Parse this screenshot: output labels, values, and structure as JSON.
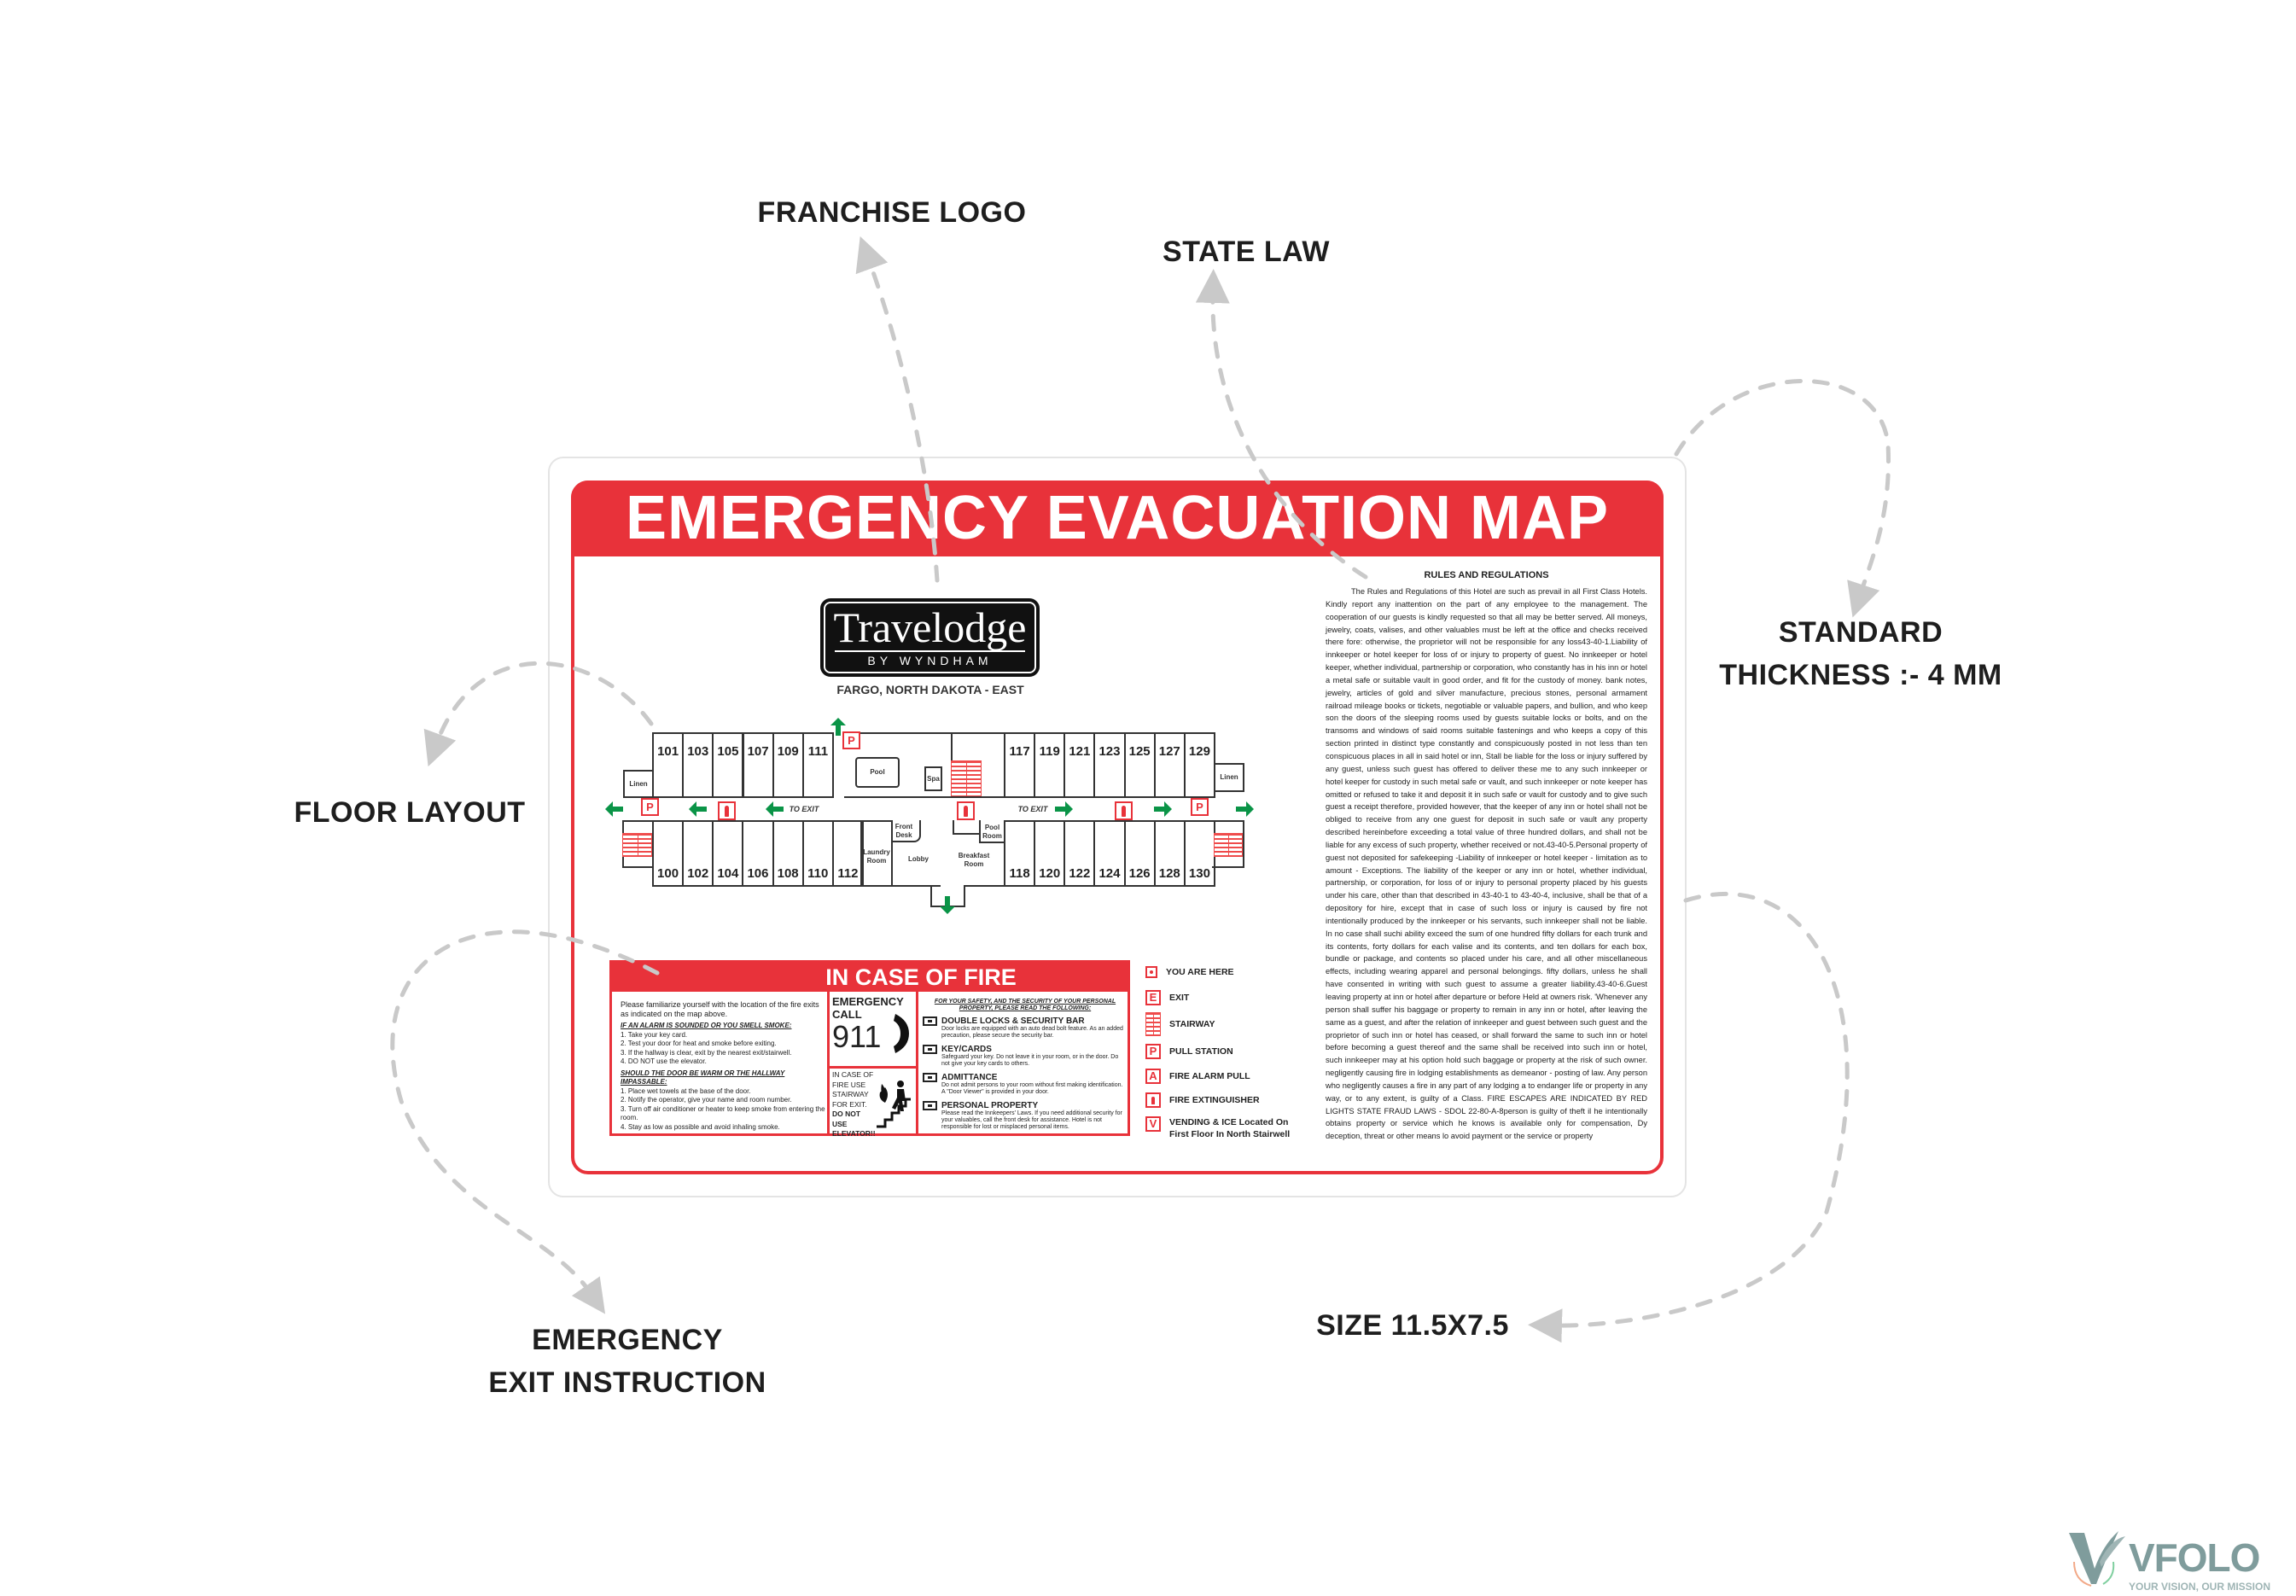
{
  "annotations": {
    "franchise_logo": "FRANCHISE LOGO",
    "state_law": "STATE LAW",
    "standard_thickness_1": "STANDARD",
    "standard_thickness_2": "THICKNESS :- 4 MM",
    "floor_layout": "FLOOR LAYOUT",
    "exit_instruction_1": "EMERGENCY",
    "exit_instruction_2": "EXIT INSTRUCTION",
    "size": "SIZE 11.5X7.5"
  },
  "sign": {
    "title": "EMERGENCY EVACUATION MAP",
    "logo_brand": "Travelodge",
    "logo_sub": "BY WYNDHAM",
    "location": "FARGO, NORTH DAKOTA - EAST"
  },
  "floor": {
    "top_left": [
      "101",
      "103",
      "105",
      "107",
      "109",
      "111"
    ],
    "top_right": [
      "117",
      "119",
      "121",
      "123",
      "125",
      "127",
      "129"
    ],
    "bottom_left": [
      "100",
      "102",
      "104",
      "106",
      "108",
      "110",
      "112"
    ],
    "bottom_right": [
      "118",
      "120",
      "122",
      "124",
      "126",
      "128",
      "130"
    ],
    "labels": {
      "linen": "Linen",
      "pool": "Pool",
      "spa": "Spa",
      "front_desk": "Front Desk",
      "laundry": "Laundry Room",
      "lobby": "Lobby",
      "breakfast": "Breakfast Room",
      "pool_room": "Pool Room",
      "to_exit": "TO EXIT",
      "pull": "P"
    }
  },
  "fire": {
    "title": "IN CASE OF FIRE",
    "intro": "Please familiarize yourself with the location of the fire exits as indicated on the map above.",
    "alarm_heading": "IF AN ALARM IS SOUNDED OR YOU SMELL SMOKE:",
    "alarm_steps": [
      "1. Take your key card.",
      "2. Test your door for heat and smoke before exiting.",
      "3. If the hallway is clear, exit by the nearest exit/stairwell.",
      "4. DO NOT use the elevator."
    ],
    "warm_heading": "SHOULD THE DOOR BE WARM OR THE HALLWAY IMPASSABLE:",
    "warm_steps": [
      "1. Place wet towels at the base of the door.",
      "2. Notify the operator, give your name and room number.",
      "3. Turn off air conditioner or heater to keep smoke from entering the room.",
      "4. Stay as low as possible and avoid inhaling smoke."
    ],
    "emergency": "EMERGENCY",
    "call": "CALL",
    "number": "911",
    "stair_text": "IN CASE OF FIRE USE STAIRWAY FOR EXIT.",
    "no_elevator": "DO NOT USE ELEVATOR!!",
    "safety_heading": "FOR YOUR SAFETY, AND THE SECURITY OF YOUR PERSONAL PROPERTY, PLEASE READ THE FOLLOWING:",
    "items": [
      {
        "title": "DOUBLE LOCKS & SECURITY BAR",
        "text": "Door locks are equipped with an auto dead bolt feature. As an added precaution, please secure the security bar."
      },
      {
        "title": "KEY/CARDS",
        "text": "Safeguard your key.  Do not leave it in your room, or in the door.  Do not give your key cards to others."
      },
      {
        "title": "ADMITTANCE",
        "text": "Do not admit persons to your room without first making identification.  A \"Door Viewer\" is provided in your door."
      },
      {
        "title": "PERSONAL PROPERTY",
        "text": "Please read the Innkeepers' Laws.  If you need additional security for your valuables, call the front desk for assistance. Hotel is not responsible for lost or misplaced personal items."
      }
    ]
  },
  "legend": {
    "you_are_here": "YOU ARE HERE",
    "exit_letter": "E",
    "exit": "EXIT",
    "stairway": "STAIRWAY",
    "pull_letter": "P",
    "pull": "PULL STATION",
    "alarm_letter": "A",
    "alarm": "FIRE ALARM PULL",
    "extinguisher": "FIRE EXTINGUISHER",
    "vending_letter": "V",
    "vending_1": "VENDING & ICE Located On",
    "vending_2": "First Floor In North Stairwell"
  },
  "rules": {
    "title": "RULES AND REGULATIONS",
    "text": "The Rules and Regulations of this Hotel are such as prevail in all First Class Hotels. Kindly report any inattention on the part of any employee to the management. The cooperation of our guests is kindly requested so that all may be better served. All moneys, jewelry, coats, valises, and other valuables must be left at the office and checks received there fore: otherwise, the proprietor will not be responsible for any loss43-40-1.Liability of innkeeper or hotel keeper for loss of or injury to property of guest. No innkeeper or hotel keeper, whether individual, partnership or corporation, who constantly has in his inn or hotel a metal safe or suitable vault in good order, and fit for the custody of money. bank notes, jewelry, articles of gold and silver manufacture, precious stones, personal armament  railroad mileage books or tickets, negotiable or valuable papers, and bullion, and who keep son the doors of the sleeping rooms used by guests suitable locks or bolts, and on the transoms and windows of said rooms suitable fastenings and who keeps a copy of this section printed in distinct type constantly and conspicuously posted in not less than ten conspicuous places in all in said hotel or inn, Stall be liable for the loss or injury suffered by any guest, unless such guest has offered to deliver these me to any such innkeeper or hotel keeper for custody in such metal safe or vault, and such innkeeper or note keeper has omitted or refused to take it and deposit it in such safe or vault for custody and to give such guest a receipt therefore, provided however, that the keeper of any inn or hotel shall not be obliged to receive from any one guest for deposit in such safe or vault any property described hereinbefore exceeding a total value of three hundred dollars, and shall not be liable for any excess of  such property, whether received or not.43-40-5.Personal property of guest not deposited for safekeeping -Liability of innkeeper or hotel keeper - limitation as to amount - Exceptions. The liability of the keeper or any inn or hotel, whether individual, partnership, or corporation, for loss of or injury to personal property placed by his guests under his care, other than that described in 43-40-1 to 43-40-4, inclusive, shall be that of a depository for hire, except that in case of such loss or injury is caused by fire not intentionally produced by the innkeeper or his servants, such innkeeper shall not be liable. In no case shall suchi ability exceed the sum of one hundred fifty dollars for each trunk and its contents, forty dollars for each valise and its contents, and ten dollars for each box, bundle or package, and contents so placed under his care, and all other miscellaneous effects, including wearing apparel and personal belongings. fifty dollars, unless he shall have consented in writing with such guest to assume a greater liability.43-40-6.Guest leaving property at inn or hotel after departure or before Held at owners risk. 'Whenever any person shall suffer his baggage or property to remain in any inn or hotel, after leaving the same as a guest, and after the relation of innkeeper and guest between such guest and the proprietor of such inn or hotel has ceased, or shall forward the same to such inn or hotel before becoming a guest thereof and the same shall be received into such inn or hotel, such innkeeper may at his option hold such baggage or property at the risk of such owner. negligently causing fire in lodging establishments as demeanor - posting of law. Any person who negligently causes a fire in any part of any lodging a to endanger life or property in any way, or to any extent, is guilty of a Class. FIRE ESCAPES ARE INDICATED BY RED LIGHTS STATE FRAUD LAWS - SDOL 22-80-A-8person is guilty of theft il he intentionally obtains property or service which he knows is available only for compensation, Dy deception, threat or other means lo avoid payment or the service or property"
  },
  "watermark": {
    "brand": "VFOLO",
    "tagline": "YOUR VISION, OUR MISSION"
  },
  "colors": {
    "red": "#e8323a",
    "green": "#0a9447",
    "dash": "#c9c9c9",
    "watermark": "#7f9c9c"
  }
}
